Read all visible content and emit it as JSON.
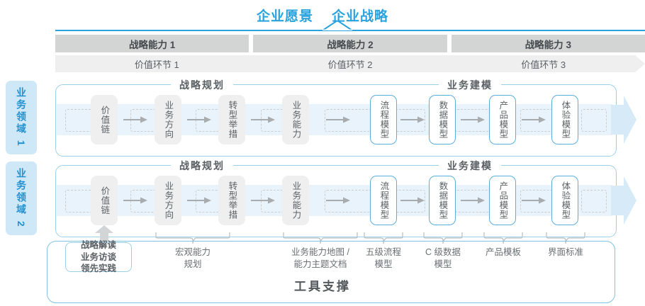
{
  "header": {
    "vision": "企业愿景",
    "strategy": "企业战略"
  },
  "capabilities": [
    {
      "label": "战略能力 1"
    },
    {
      "label": "战略能力 2"
    },
    {
      "label": "战略能力 3"
    }
  ],
  "value_links": [
    {
      "label": "价值环节 1"
    },
    {
      "label": "价值环节 2"
    },
    {
      "label": "价值环节 3"
    }
  ],
  "domains": [
    {
      "tab_label": "业务领域 1",
      "sections": [
        {
          "title": "战略规划"
        },
        {
          "title": "业务建模"
        }
      ],
      "nodes": [
        {
          "label": "价值链",
          "style": "grey"
        },
        {
          "label": "业务方向",
          "style": "grey"
        },
        {
          "label": "转型举措",
          "style": "grey"
        },
        {
          "label": "业务能力",
          "style": "grey"
        },
        {
          "label": "流程模型",
          "style": "blue"
        },
        {
          "label": "数据模型",
          "style": "blue"
        },
        {
          "label": "产品模型",
          "style": "blue"
        },
        {
          "label": "体验模型",
          "style": "blue"
        }
      ]
    },
    {
      "tab_label": "业务领域 2",
      "sections": [
        {
          "title": "战略规划"
        },
        {
          "title": "业务建模"
        }
      ],
      "nodes": [
        {
          "label": "价值链",
          "style": "grey"
        },
        {
          "label": "业务方向",
          "style": "grey"
        },
        {
          "label": "转型举措",
          "style": "grey"
        },
        {
          "label": "业务能力",
          "style": "grey"
        },
        {
          "label": "流程模型",
          "style": "blue"
        },
        {
          "label": "数据模型",
          "style": "blue"
        },
        {
          "label": "产品模型",
          "style": "blue"
        },
        {
          "label": "体验模型",
          "style": "blue"
        }
      ]
    }
  ],
  "tools": {
    "title": "工具支撑",
    "highlight_box": "战略解读\n业务访谈\n领先实践",
    "items": [
      {
        "label": "宏观能力\n规划"
      },
      {
        "label": "业务能力地图 /\n能力主题文档"
      },
      {
        "label": "五级流程\n模型"
      },
      {
        "label": "C 级数据\n模型"
      },
      {
        "label": "产品模板"
      },
      {
        "label": "界面标准"
      }
    ]
  },
  "colors": {
    "accent_blue": "#29a3dd",
    "node_blue_border": "#5aaedd",
    "band_blue": "#e8f3fb",
    "tab_blue": "#cfe8f7",
    "bar_grey": "#d3d5d5",
    "bar_light_grey": "#efeff0",
    "text_grey": "#5a6063"
  }
}
